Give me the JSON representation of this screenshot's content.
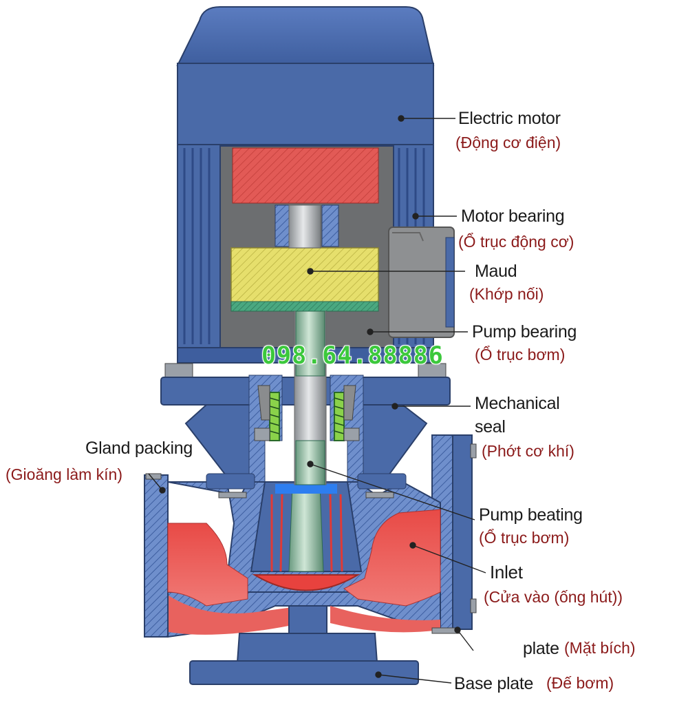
{
  "labels": {
    "electric_motor": {
      "en": "Electric motor",
      "vi": "(Động cơ điện)"
    },
    "motor_bearing": {
      "en": "Motor bearing",
      "vi": "(Ổ trục động cơ)"
    },
    "maud": {
      "en": "Maud",
      "vi": "(Khớp nối)"
    },
    "pump_bearing": {
      "en": "Pump bearing",
      "vi": "(Ổ trục bơm)"
    },
    "mechanical_seal": {
      "en_line1": "Mechanical",
      "en_line2": "seal",
      "vi": "(Phớt cơ khí)"
    },
    "gland_packing": {
      "en": "Gland packing",
      "vi": "(Gioăng làm kín)"
    },
    "pump_beating": {
      "en": "Pump beating",
      "vi": "(Ổ trục bơm)"
    },
    "inlet": {
      "en": "Inlet",
      "vi": "(Cửa vào (ống hút))"
    },
    "flange_plate": {
      "en": "plate",
      "vi": "(Mặt bích)"
    },
    "base_plate": {
      "en": "Base plate",
      "vi": "(Đế bơm)"
    }
  },
  "watermark": {
    "phone": "098.64.88886"
  },
  "colors": {
    "body_blue": "#4a6aa8",
    "dark_blue": "#2e4a86",
    "rotor_red": "#e0524e",
    "coupling_yellow": "#e8e070",
    "shaft_gray": "#b8bcc0",
    "label_red": "#8b1a1a"
  }
}
